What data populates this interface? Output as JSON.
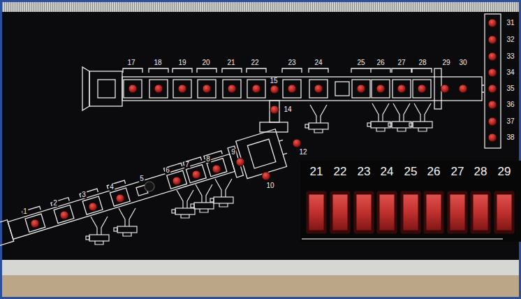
{
  "diagram": {
    "labels": [
      "1",
      "2",
      "3",
      "4",
      "5",
      "6",
      "7",
      "8",
      "9",
      "10",
      "12",
      "14",
      "15",
      "17",
      "18",
      "19",
      "20",
      "21",
      "22",
      "23",
      "24",
      "25",
      "26",
      "27",
      "28",
      "29",
      "30",
      "31",
      "32",
      "33",
      "34",
      "35",
      "36",
      "37",
      "38",
      "21",
      "22",
      "23",
      "24",
      "25",
      "26",
      "27",
      "28",
      "29"
    ]
  }
}
